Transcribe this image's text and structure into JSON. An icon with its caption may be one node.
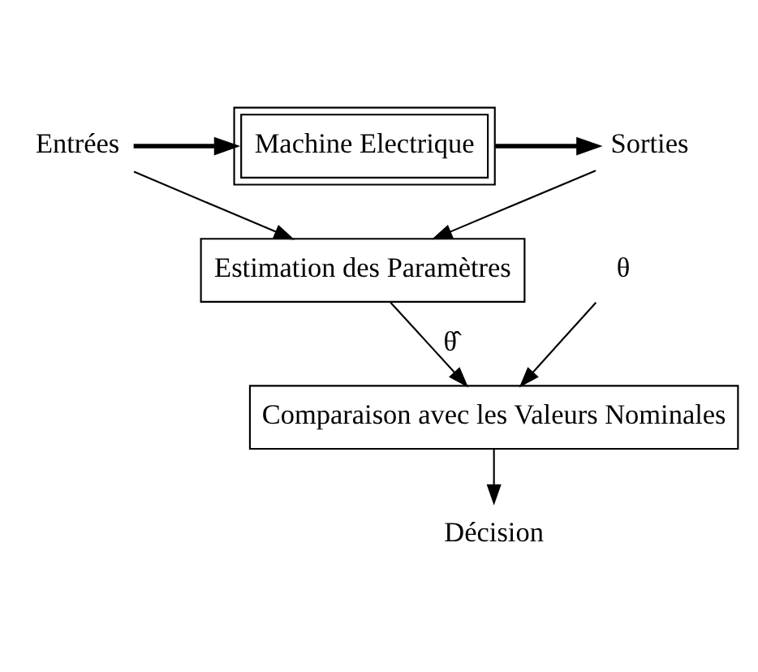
{
  "diagram": {
    "nodes": [
      {
        "text": [
          "Entrées"
        ]
      },
      {
        "text": [
          "Machine Electrique"
        ]
      },
      {
        "text": [
          "Sorties"
        ]
      },
      {
        "text": [
          "Estimation des Paramètres"
        ]
      },
      {
        "text": [
          "θ"
        ]
      },
      {
        "text": [
          "Comparaison avec les Valeurs Nominales"
        ]
      },
      {
        "text": [
          "Décision"
        ]
      }
    ],
    "edges": [
      {
        "from": 0,
        "to": 1,
        "arrow": "to",
        "style": "thick"
      },
      {
        "from": 1,
        "to": 2,
        "arrow": "to",
        "style": "thick"
      },
      {
        "from": 0,
        "to": 3,
        "arrow": "to"
      },
      {
        "from": 2,
        "to": 3,
        "arrow": "to"
      },
      {
        "from": 3,
        "to": 5,
        "arrow": "to",
        "label": "θ̂"
      },
      {
        "from": 4,
        "to": 5,
        "arrow": "to"
      },
      {
        "from": 5,
        "to": 6,
        "arrow": "to"
      }
    ]
  }
}
